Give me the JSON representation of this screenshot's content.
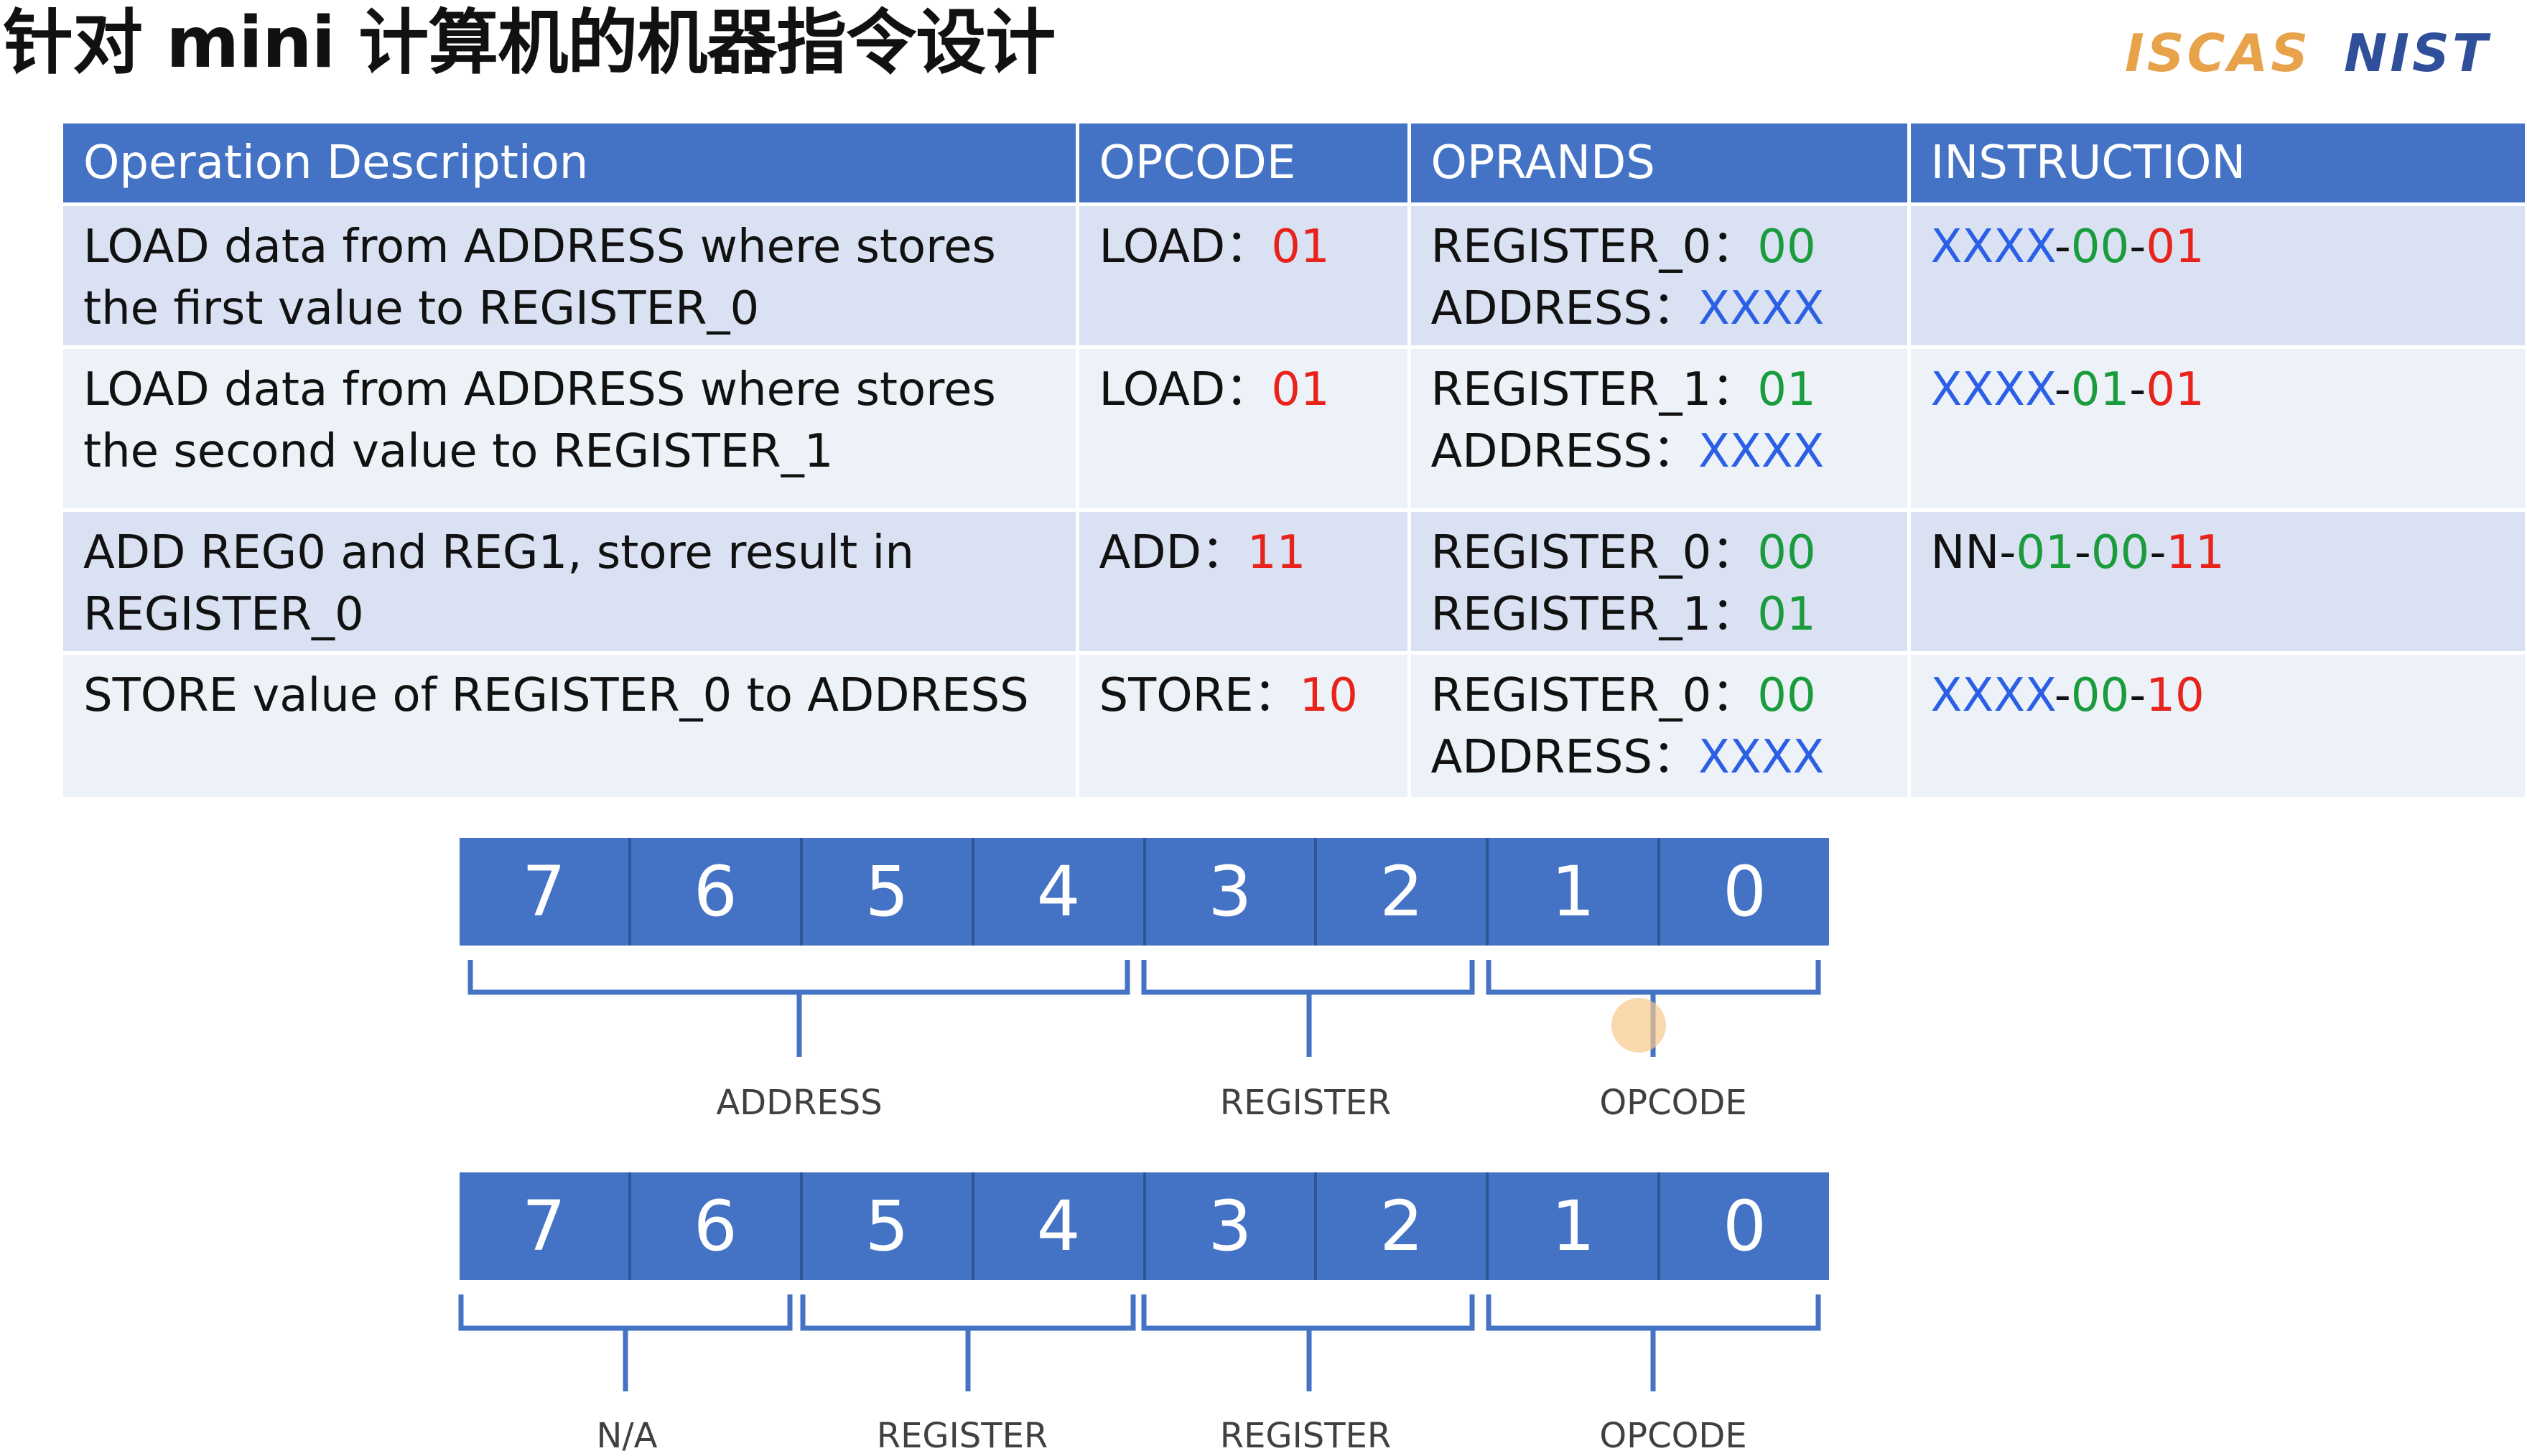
{
  "title": "针对 mini 计算机的机器指令设计",
  "logos": {
    "left": "ISCAS",
    "right": "NIST"
  },
  "table": {
    "headers": [
      "Operation Description",
      "OPCODE",
      "OPRANDS",
      "INSTRUCTION"
    ],
    "rows": [
      {
        "desc": [
          "LOAD data from ADDRESS where stores",
          "the first value to REGISTER_0"
        ],
        "opcode_name": "LOAD：",
        "opcode_val": "01",
        "operand1_name": "REGISTER_0：",
        "operand1_val": "00",
        "operand2_name": "ADDRESS：",
        "operand2_val": "XXXX",
        "instr": [
          "XXXX",
          "-",
          "00",
          "-",
          "01"
        ]
      },
      {
        "desc": [
          "LOAD data from ADDRESS where stores",
          "the second value to REGISTER_1"
        ],
        "opcode_name": "LOAD：",
        "opcode_val": "01",
        "operand1_name": "REGISTER_1：",
        "operand1_val": "01",
        "operand2_name": "ADDRESS：",
        "operand2_val": "XXXX",
        "instr": [
          "XXXX",
          "-",
          "01",
          "-",
          "01"
        ]
      },
      {
        "desc": [
          "ADD REG0 and REG1, store result in",
          "REGISTER_0"
        ],
        "opcode_name": "ADD：",
        "opcode_val": "11",
        "operand1_name": "REGISTER_0：",
        "operand1_val": "00",
        "operand2_name": "REGISTER_1：",
        "operand2_val": "01",
        "instr": [
          "NN",
          "-",
          "01",
          "-",
          "00",
          "-",
          "11"
        ]
      },
      {
        "desc": [
          "STORE value of REGISTER_0 to ADDRESS",
          ""
        ],
        "opcode_name": "STORE：",
        "opcode_val": "10",
        "operand1_name": "REGISTER_0：",
        "operand1_val": "00",
        "operand2_name": "ADDRESS：",
        "operand2_val": "XXXX",
        "instr": [
          "XXXX",
          "-",
          "00",
          "-",
          "10"
        ]
      }
    ]
  },
  "bitfield1": {
    "bits": [
      "7",
      "6",
      "5",
      "4",
      "3",
      "2",
      "1",
      "0"
    ],
    "fields": [
      "ADDRESS",
      "REGISTER",
      "OPCODE"
    ]
  },
  "bitfield2": {
    "bits": [
      "7",
      "6",
      "5",
      "4",
      "3",
      "2",
      "1",
      "0"
    ],
    "fields": [
      "N/A",
      "REGISTER",
      "REGISTER",
      "OPCODE"
    ]
  },
  "colors": {
    "header": "#4472c4",
    "red": "#e8231c",
    "green": "#1a9c3c",
    "blue": "#2a5fe6"
  }
}
